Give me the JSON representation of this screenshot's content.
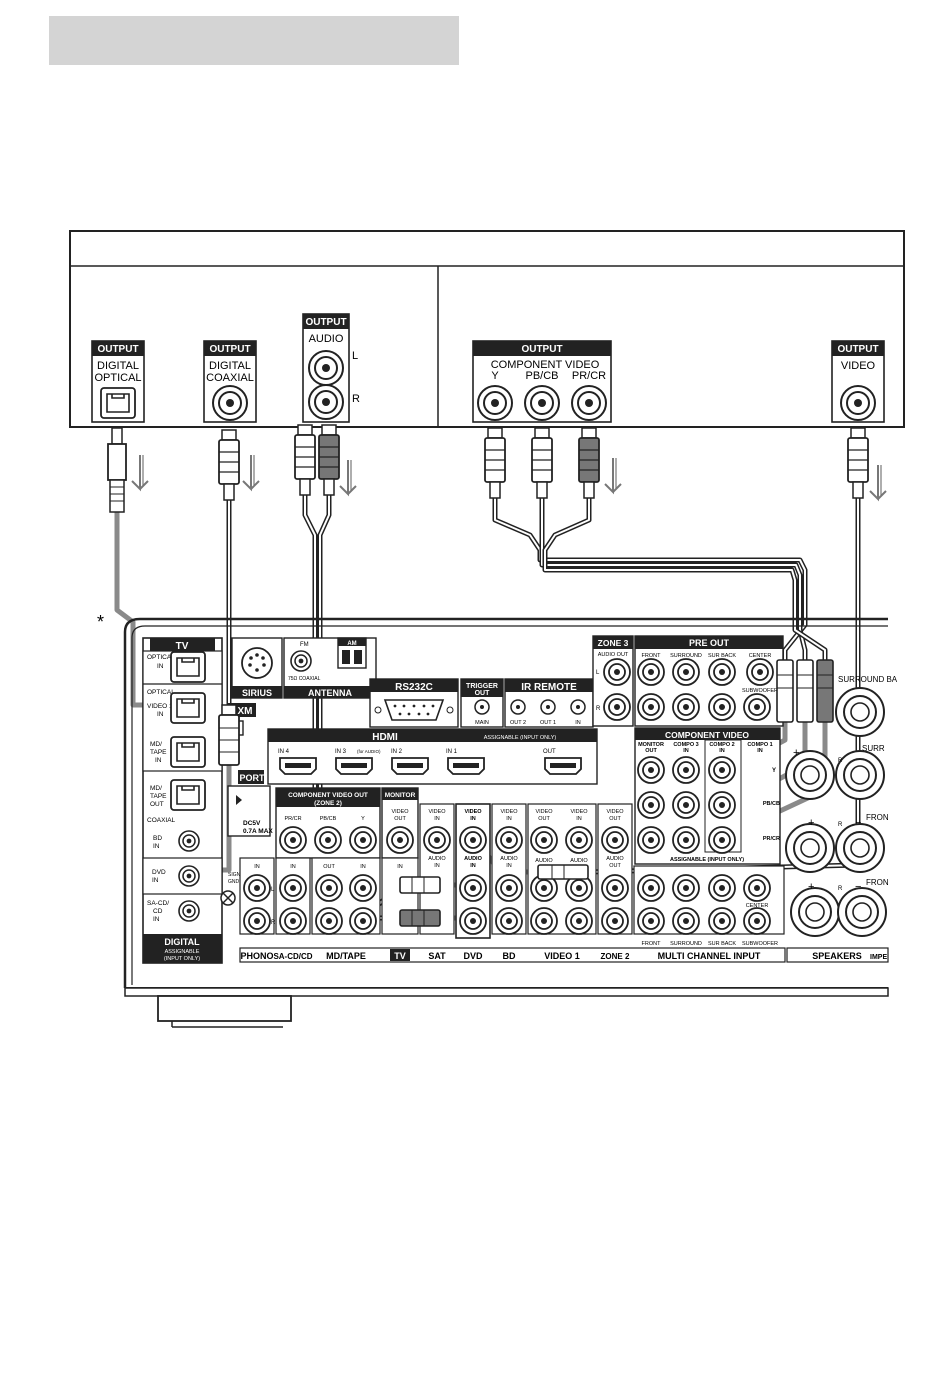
{
  "header_box": {
    "text": ""
  },
  "asterisk": "*",
  "source_device": {
    "output_badge": "OUTPUT",
    "digital_optical": [
      "DIGITAL",
      "OPTICAL"
    ],
    "digital_coaxial": [
      "DIGITAL",
      "COAXIAL"
    ],
    "audio": "AUDIO",
    "audio_left": "L",
    "audio_right": "R",
    "component_video": "COMPONENT VIDEO",
    "component_y": "Y",
    "component_pb": "PB/CB",
    "component_pr": "PR/CR",
    "video": "VIDEO"
  },
  "receiver": {
    "digital_group": {
      "tv_title": "TV",
      "optical_in": [
        "OPTICAL",
        "IN"
      ],
      "optical_video1": [
        "OPTICAL",
        "VIDEO 1",
        "IN"
      ],
      "md_tape_in": [
        "MD/",
        "TAPE",
        "IN"
      ],
      "md_tape_out": [
        "MD/",
        "TAPE",
        "OUT"
      ],
      "coaxial": "COAXIAL",
      "bd_in": [
        "BD",
        "IN"
      ],
      "dvd_in": [
        "DVD",
        "IN"
      ],
      "sacd_in": [
        "SA-CD/",
        "CD",
        "IN"
      ],
      "footer": "DIGITAL",
      "footer_sub": [
        "ASSIGNABLE",
        "(INPUT ONLY)"
      ],
      "signal_gnd": [
        "SIGNAL",
        "GND"
      ]
    },
    "sirius": "SIRIUS",
    "fm": [
      "FM",
      "75Ω COAXIAL"
    ],
    "am": "AM",
    "antenna": "ANTENNA",
    "xm": "XM",
    "port": "PORT",
    "dc5v": [
      "DC5V",
      "0.7A MAX"
    ],
    "rs232c": "RS232C",
    "trigger_out": [
      "TRIGGER",
      "OUT"
    ],
    "trigger_main": "MAIN",
    "ir_remote": "IR REMOTE",
    "ir_jacks": [
      "OUT 2",
      "OUT 1",
      "IN"
    ],
    "hdmi": "HDMI",
    "hdmi_assignable": "ASSIGNABLE (INPUT ONLY)",
    "hdmi_ports": [
      "IN 4",
      "IN 3",
      "IN 2",
      "IN 1",
      "OUT"
    ],
    "hdmi_in3_note": "(for AUDIO)",
    "zone3": "ZONE 3",
    "zone3_audio_out": "AUDIO OUT",
    "pre_out": "PRE OUT",
    "pre_out_jacks": [
      "FRONT",
      "SURROUND",
      "SUR BACK",
      "CENTER",
      "SUBWOOFER"
    ],
    "component_video_title": "COMPONENT VIDEO",
    "component_cols": [
      [
        "MONITOR",
        "OUT"
      ],
      [
        "COMPO 3",
        "IN"
      ],
      [
        "COMPO 2",
        "IN"
      ],
      [
        "COMPO 1",
        "IN"
      ]
    ],
    "component_rows": [
      "Y",
      "PB/CB",
      "PR/CR"
    ],
    "component_footer": "ASSIGNABLE (INPUT ONLY)",
    "component_video_out": [
      "COMPONENT VIDEO OUT",
      "(ZONE 2)"
    ],
    "component_video_out_jacks": [
      "PR/CR",
      "PB/CB",
      "Y"
    ],
    "monitor": "MONITOR",
    "video_out": [
      "VIDEO",
      "OUT"
    ],
    "video_in": [
      "VIDEO",
      "IN"
    ],
    "audio_in": [
      "AUDIO",
      "IN"
    ],
    "audio_out": [
      "AUDIO",
      "OUT"
    ],
    "in_label": "IN",
    "out_label": "OUT",
    "left": "L",
    "right": "R",
    "bottom_labels": [
      "PHONO",
      "SA-CD/CD",
      "MD/TAPE",
      "TV",
      "SAT",
      "DVD",
      "BD",
      "VIDEO 1",
      "ZONE 2",
      "MULTI CHANNEL INPUT",
      "SPEAKERS",
      "IMPE"
    ],
    "multi_channel_jacks": [
      "FRONT",
      "SURROUND",
      "SUR BACK",
      "SUBWOOFER",
      "CENTER"
    ],
    "speakers": [
      "SURROUND BA",
      "SURR",
      "FRON",
      "FRON"
    ],
    "plus": "+",
    "minus": "−"
  }
}
